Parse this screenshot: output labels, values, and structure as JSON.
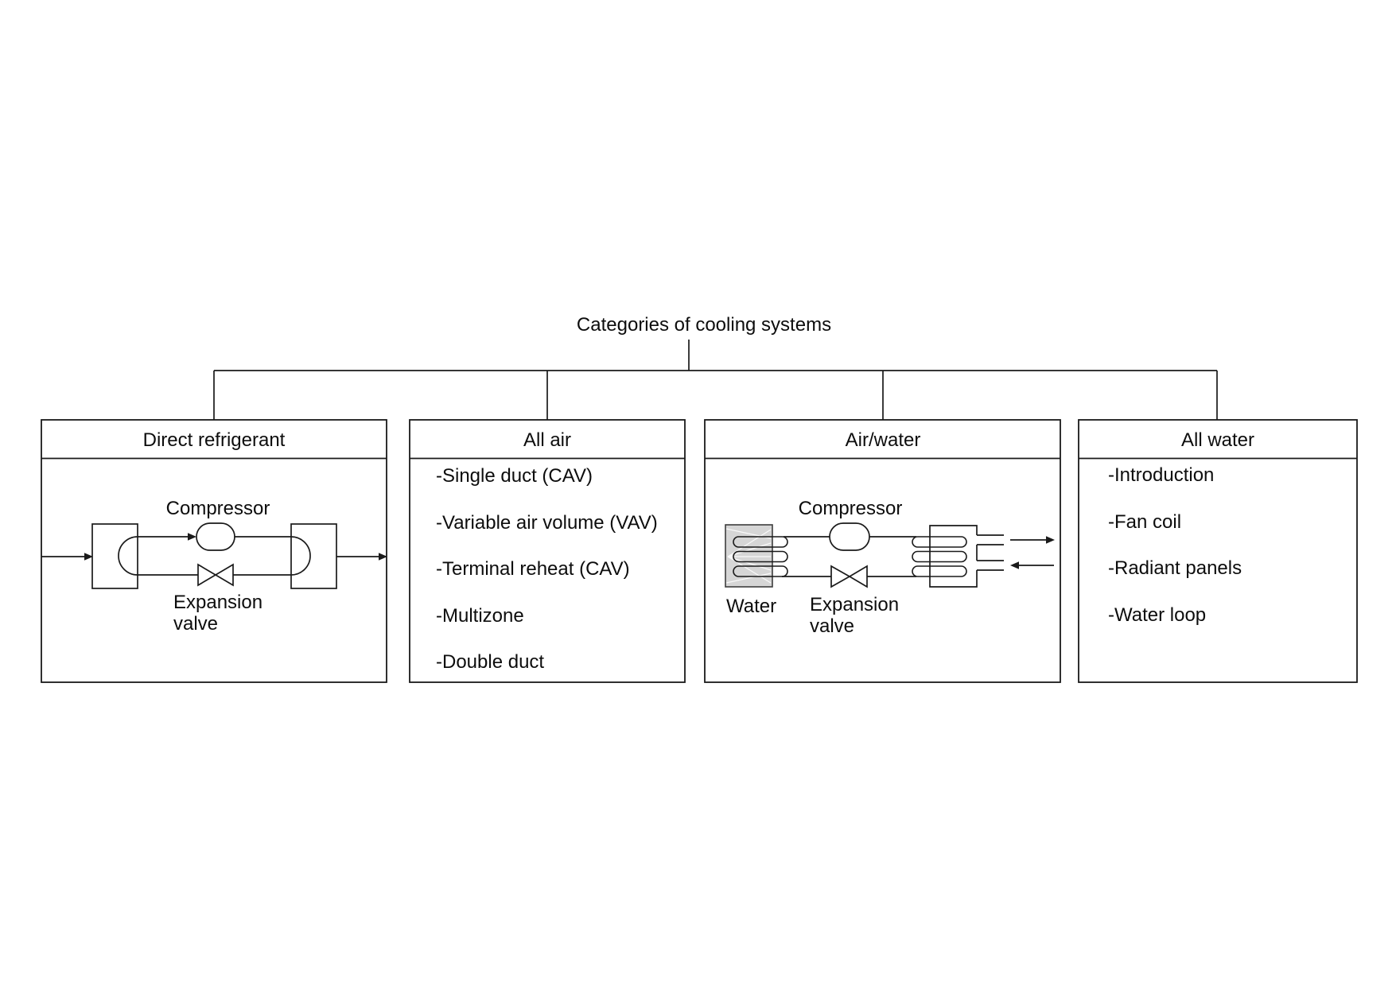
{
  "diagram": {
    "title": "Categories of cooling systems"
  },
  "boxes": [
    {
      "title": "Direct refrigerant",
      "labels": {
        "compressor": "Compressor",
        "expansion1": "Expansion",
        "expansion2": "valve"
      }
    },
    {
      "title": "All air",
      "items": [
        "-Single duct (CAV)",
        "-Variable air volume (VAV)",
        "-Terminal reheat (CAV)",
        "-Multizone",
        "-Double duct"
      ]
    },
    {
      "title": "Air/water",
      "labels": {
        "compressor": "Compressor",
        "water": "Water",
        "expansion1": "Expansion",
        "expansion2": "valve"
      }
    },
    {
      "title": "All water",
      "items": [
        "-Introduction",
        "-Fan coil",
        "-Radiant panels",
        "-Water loop"
      ]
    }
  ],
  "colors": {
    "line": "#1a1a1a",
    "text": "#0d0d0d",
    "water_fill": "#d6d6d6",
    "background": "#ffffff"
  }
}
